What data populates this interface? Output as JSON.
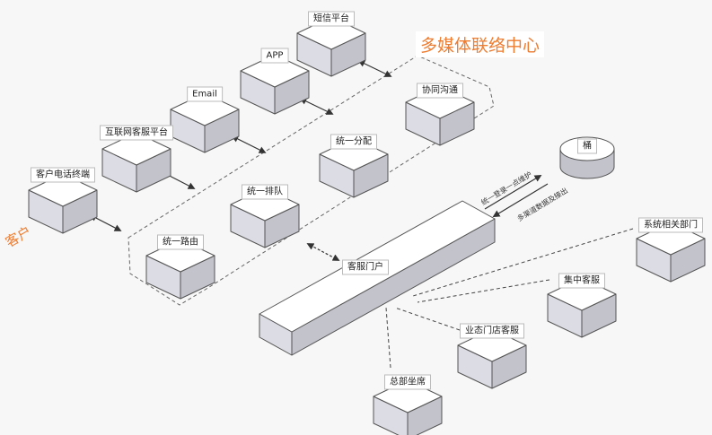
{
  "hub": {
    "title": "多媒体联络中心"
  },
  "side_label": "客户",
  "nodes": {
    "sms": "短信平台",
    "app": "APP",
    "email": "Email",
    "web": "互联网客服平台",
    "terminal": "客户电话终端",
    "coord": "协同沟通",
    "dispatch": "统一分配",
    "queue": "统一排队",
    "routing": "统一路由",
    "db": "桶",
    "portal": "客服门户",
    "dept": "系统相关部门",
    "central": "集中客服",
    "store": "业态门店客服",
    "hq": "总部坐席"
  },
  "flows": {
    "up": "统一登录一点维护",
    "down": "多渠道数据及接出"
  },
  "colors": {
    "accent": "#ee7d32",
    "cube_top": "#ffffff",
    "cube_left": "#dcdce4",
    "cube_right": "#c3c3cc",
    "stroke": "#555555"
  }
}
